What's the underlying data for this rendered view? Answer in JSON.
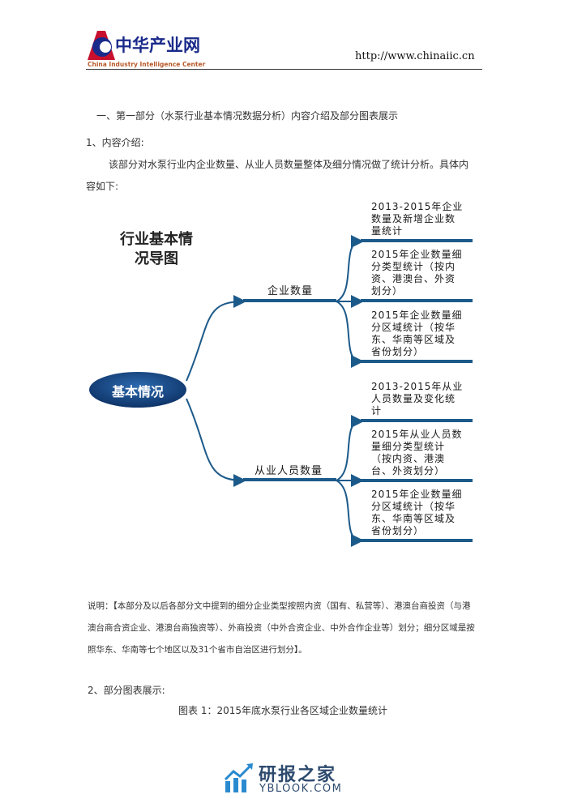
{
  "header": {
    "logo_cn": "中华产业网",
    "logo_en": "China Industry Intelligence Center",
    "url": "http://www.chinaiic.cn"
  },
  "section_title": "一、第一部分（水泵行业基本情况数据分析）内容介绍及部分图表展示",
  "intro_heading": "1、内容介绍:",
  "intro_text_1": "该部分对水泵行业内企业数量、从业人员数量整体及细分情况做了统计分析。具体内",
  "intro_text_2": "容如下:",
  "mindmap": {
    "title_1": "行业基本情",
    "title_2": "况导图",
    "root": "基本情况",
    "branches": [
      {
        "label": "企业数量",
        "leaves": [
          [
            "2013-2015年企业",
            "数量及新增企业数",
            "量统计"
          ],
          [
            "2015年企业数量细",
            "分类型统计（按内",
            "资、港澳台、外资",
            "划分）"
          ],
          [
            "2015年企业数量细",
            "分区域统计（按华",
            "东、华南等区域及",
            "省份划分）"
          ]
        ]
      },
      {
        "label": "从业人员数量",
        "leaves": [
          [
            "2013-2015年从业",
            "人员数量及变化统",
            "计"
          ],
          [
            "2015年从业人员数",
            "量细分类型统计",
            "（按内资、港澳",
            "台、外资划分）"
          ],
          [
            "2015年企业数量细",
            "分区域统计（按华",
            "东、华南等区域及",
            "省份划分）"
          ]
        ]
      }
    ]
  },
  "note_1": "说明：【本部分及以后各部分文中提到的细分企业类型按照内资（国有、私营等）、港澳台商投资（与港",
  "note_2": "澳台商合资企业、港澳台商独资等）、外商投资（中外合资企业、中外合作企业等）划分；细分区域是按",
  "note_3": "照华东、华南等七个地区以及31个省市自治区进行划分】。",
  "charts_heading": "2、部分图表展示:",
  "figure_caption": "图表 1：2015年底水泵行业各区域企业数量统计",
  "watermark": {
    "cn": "研报之家",
    "en": "YBLOOK.COM"
  }
}
